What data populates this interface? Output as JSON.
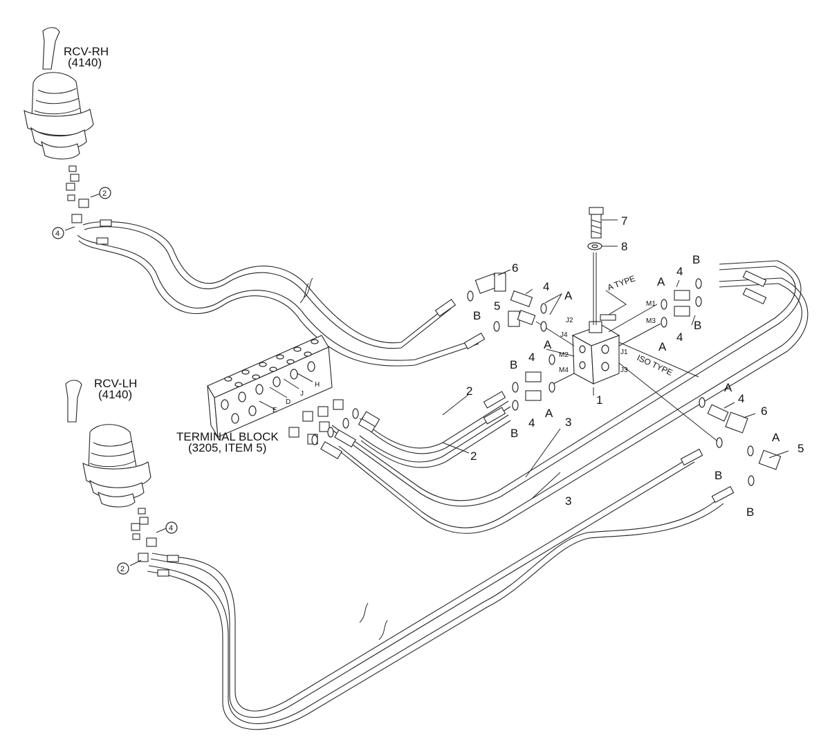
{
  "components": {
    "rcv_rh": {
      "name": "RCV-RH",
      "code": "(4140)"
    },
    "rcv_lh": {
      "name": "RCV-LH",
      "code": "(4140)"
    },
    "terminal_block": {
      "name": "TERMINAL BLOCK",
      "ref": "(3205, ITEM 5)",
      "ports": [
        "E",
        "D",
        "J",
        "H"
      ]
    },
    "valve": {
      "ports": [
        "J2",
        "J4",
        "M1",
        "M3",
        "M2",
        "M4",
        "J1",
        "J3"
      ],
      "type_a": "A TYPE",
      "type_iso": "ISO TYPE"
    }
  },
  "callouts": {
    "one": "1",
    "two": "2",
    "three": "3",
    "four": "4",
    "five": "5",
    "six": "6",
    "seven": "7",
    "eight": "8",
    "a": "A",
    "b": "B"
  }
}
